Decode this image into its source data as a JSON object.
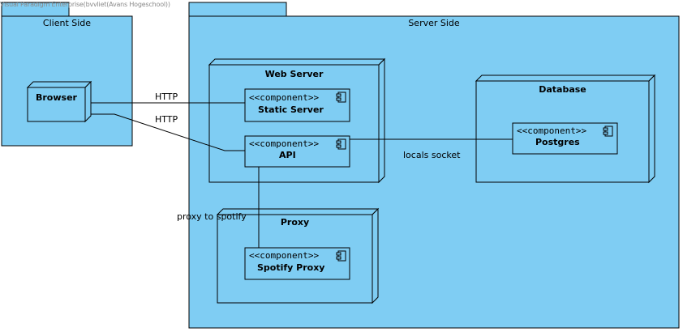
{
  "watermark": "Visual Paradigm Enterprise(bvvliet(Avans Hogeschool))",
  "colors": {
    "package_fill": "#7fcdf3",
    "stroke": "#000000"
  },
  "client_package": {
    "title": "Client Side"
  },
  "server_package": {
    "title": "Server Side"
  },
  "nodes": {
    "browser": {
      "title": "Browser"
    },
    "web_server": {
      "title": "Web Server"
    },
    "database": {
      "title": "Database"
    },
    "proxy": {
      "title": "Proxy"
    }
  },
  "components": {
    "static_server": {
      "stereotype": "<<component>>",
      "name": "Static Server"
    },
    "api": {
      "stereotype": "<<component>>",
      "name": "API"
    },
    "postgres": {
      "stereotype": "<<component>>",
      "name": "Postgres"
    },
    "spotify_proxy": {
      "stereotype": "<<component>>",
      "name": "Spotify Proxy"
    }
  },
  "connectors": {
    "browser_static": "HTTP",
    "browser_api": "HTTP",
    "api_postgres": "locals socket",
    "api_proxy": "proxy to spotify"
  }
}
